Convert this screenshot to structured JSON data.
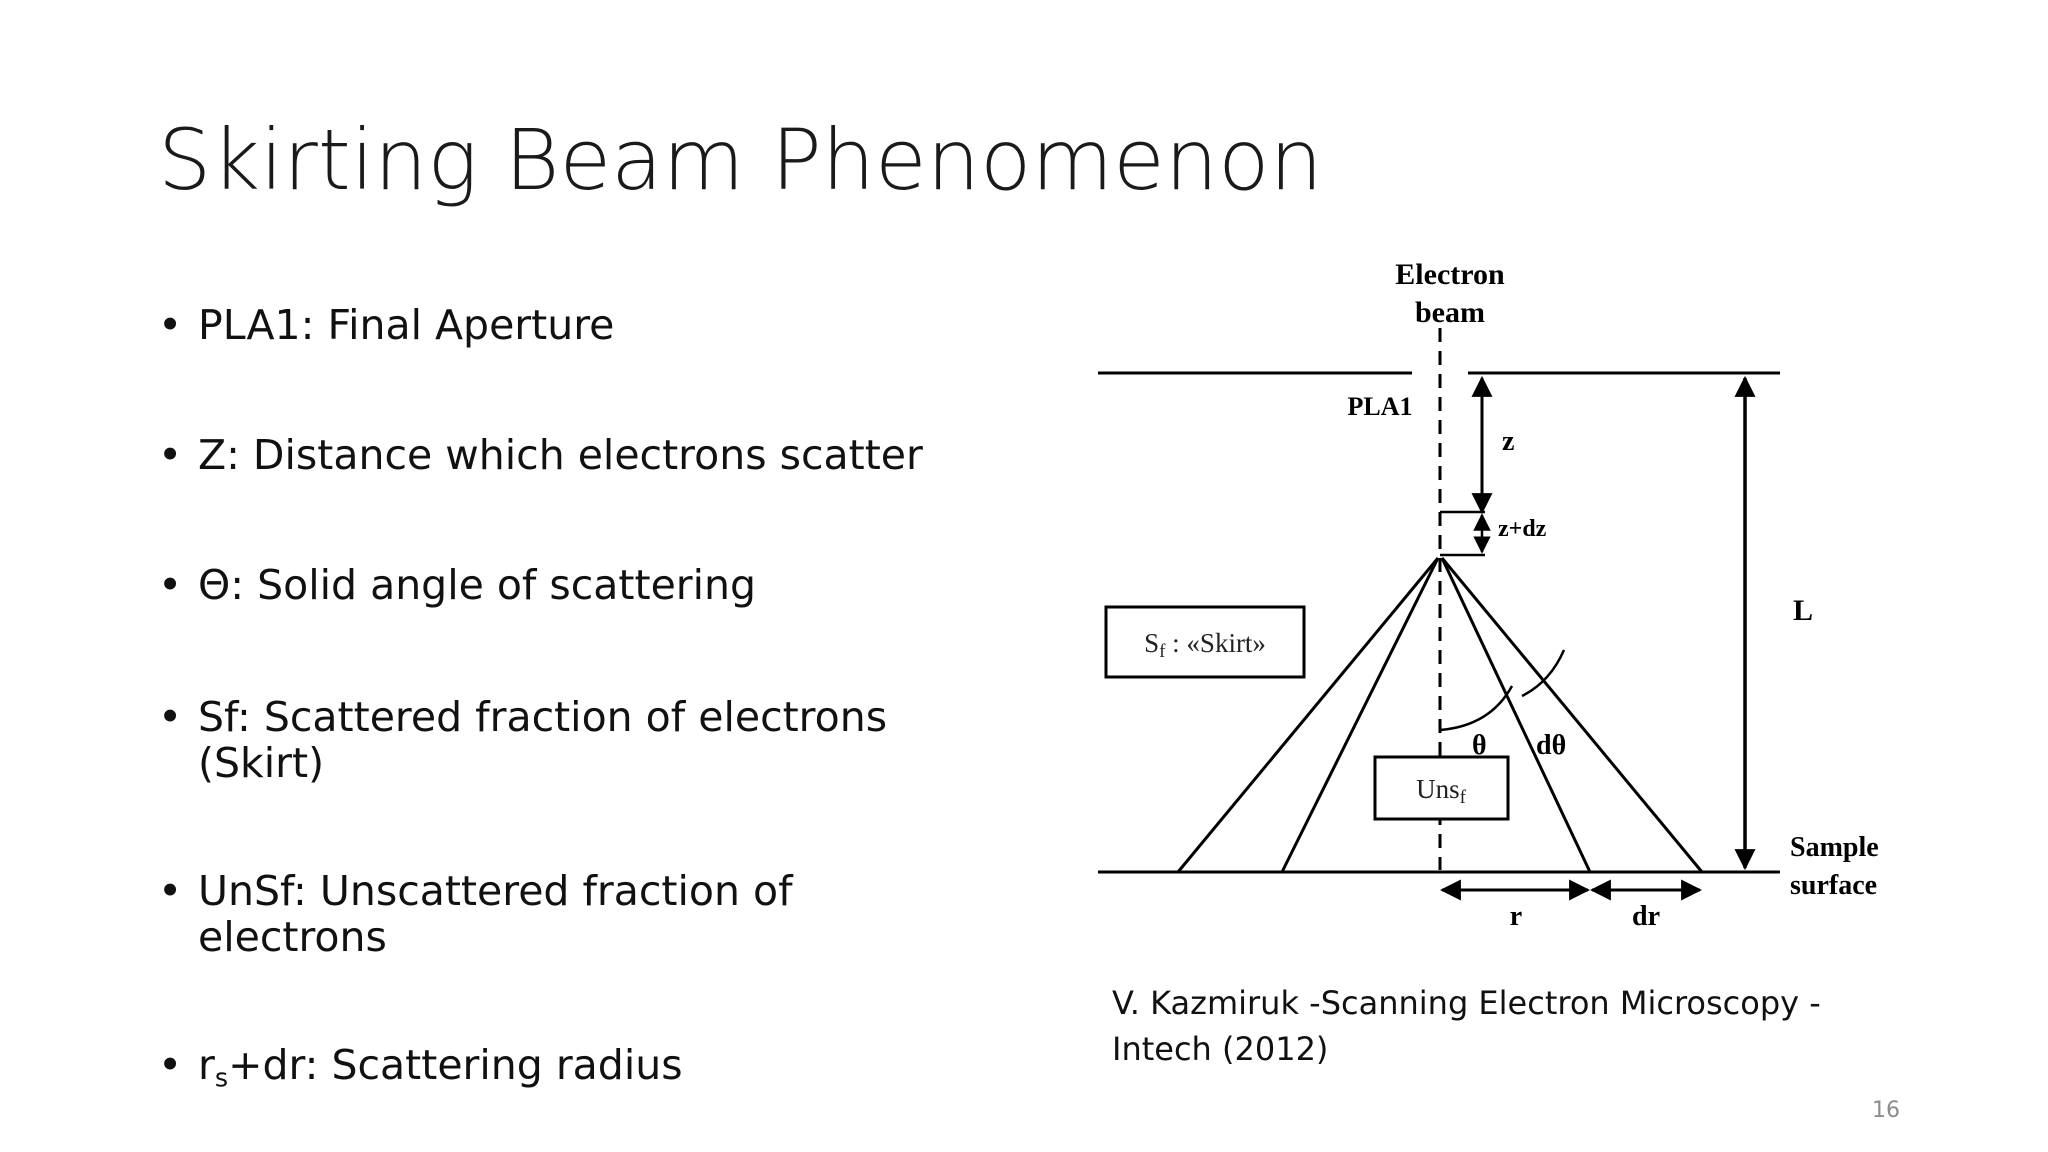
{
  "slide": {
    "title": "Skirting Beam Phenomenon",
    "bullets": [
      {
        "glyph": "•",
        "text": "PLA1: Final Aperture"
      },
      {
        "glyph": "•",
        "text": "Z: Distance which electrons scatter"
      },
      {
        "glyph": "•",
        "text": "Θ: Solid angle of scattering"
      },
      {
        "glyph": "•",
        "text": "Sf: Scattered fraction of electrons (Skirt)"
      },
      {
        "glyph": "•",
        "text": "UnSf: Unscattered fraction of electrons"
      },
      {
        "glyph": "•",
        "text_main": "r",
        "text_sub": "s",
        "text_rest": "+dr: Scattering radius"
      }
    ],
    "citation": "V. Kazmiruk -Scanning Electron Microscopy - Intech  (2012)",
    "page_number": "16"
  },
  "diagram": {
    "labels": {
      "electron": "Electron",
      "beam": "beam",
      "pla1": "PLA1",
      "z": "z",
      "z_dz": "z+dz",
      "L": "L",
      "theta": "θ",
      "dtheta": "dθ",
      "sample": "Sample",
      "surface": "surface",
      "r": "r",
      "dr": "dr"
    },
    "skirt_box": {
      "main": "S",
      "sub": "f",
      "rest": " : «Skirt»"
    },
    "unscattered_box": {
      "main": "Uns",
      "sub": "f"
    }
  }
}
